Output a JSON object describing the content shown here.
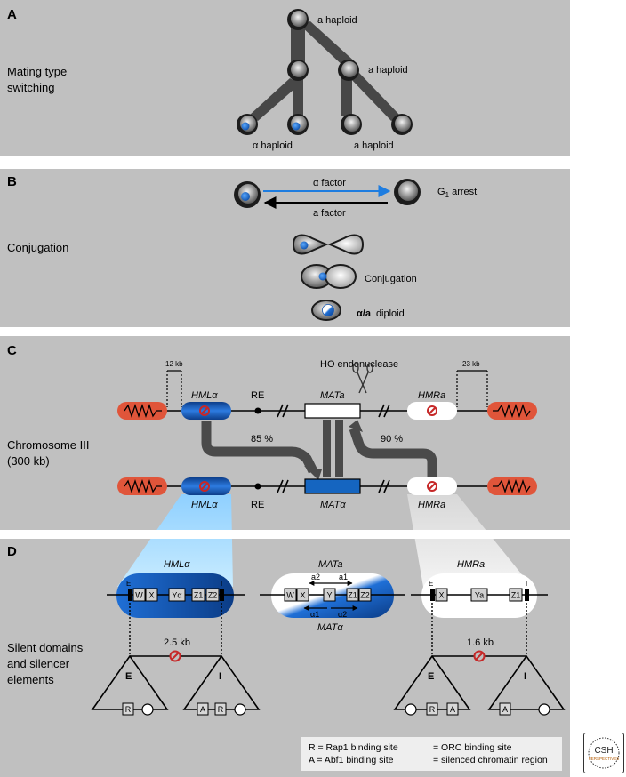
{
  "panels": {
    "A": {
      "letter": "A",
      "title": "Mating type\nswitching",
      "labels": [
        "a haploid",
        "a haploid",
        "α haploid",
        "a haploid"
      ]
    },
    "B": {
      "letter": "B",
      "title": "Conjugation",
      "alpha_factor": "α factor",
      "a_factor": "a factor",
      "g1_arrest": "G",
      "g1_sub": "1",
      "g1_suffix": " arrest",
      "conjugation": "Conjugation",
      "diploid": "α/a",
      "diploid_suffix": "diploid"
    },
    "C": {
      "letter": "C",
      "title": "Chromosome III\n(300 kb)",
      "kb12": "12 kb",
      "kb23": "23 kb",
      "ho": "HO endonuclease",
      "hml": "HMLα",
      "re": "RE",
      "mata": "MATa",
      "hmra": "HMRa",
      "pct85": "85 %",
      "pct90": "90 %",
      "matalpha": "MATα"
    },
    "D": {
      "letter": "D",
      "title": "Silent domains\nand silencer\nelements",
      "hml": "HMLα",
      "mata": "MATa",
      "matalpha": "MATα",
      "hmra": "HMRa",
      "a2": "a2",
      "a1": "a1",
      "alpha1": "α1",
      "alpha2": "α2",
      "kb25": "2.5 kb",
      "kb16": "1.6 kb",
      "E": "E",
      "I": "I",
      "boxes_hml": [
        "W",
        "X",
        "Yα",
        "Z1",
        "Z2"
      ],
      "boxes_mat": [
        "W",
        "X",
        "Y",
        "Z1",
        "Z2"
      ],
      "boxes_hmr": [
        "X",
        "Ya",
        "Z1"
      ],
      "R": "R",
      "A": "A"
    },
    "legend": {
      "r": "R = Rap1 binding site",
      "a": "A = Abf1 binding site",
      "o": "= ORC binding site",
      "s": "= silenced chromatin region"
    }
  },
  "colors": {
    "blue": "#1565c0",
    "red_telomere": "#e0553a",
    "silence_red": "#c62828",
    "dark_arrow": "#555555",
    "panel_bg": "#c0c0c0"
  }
}
